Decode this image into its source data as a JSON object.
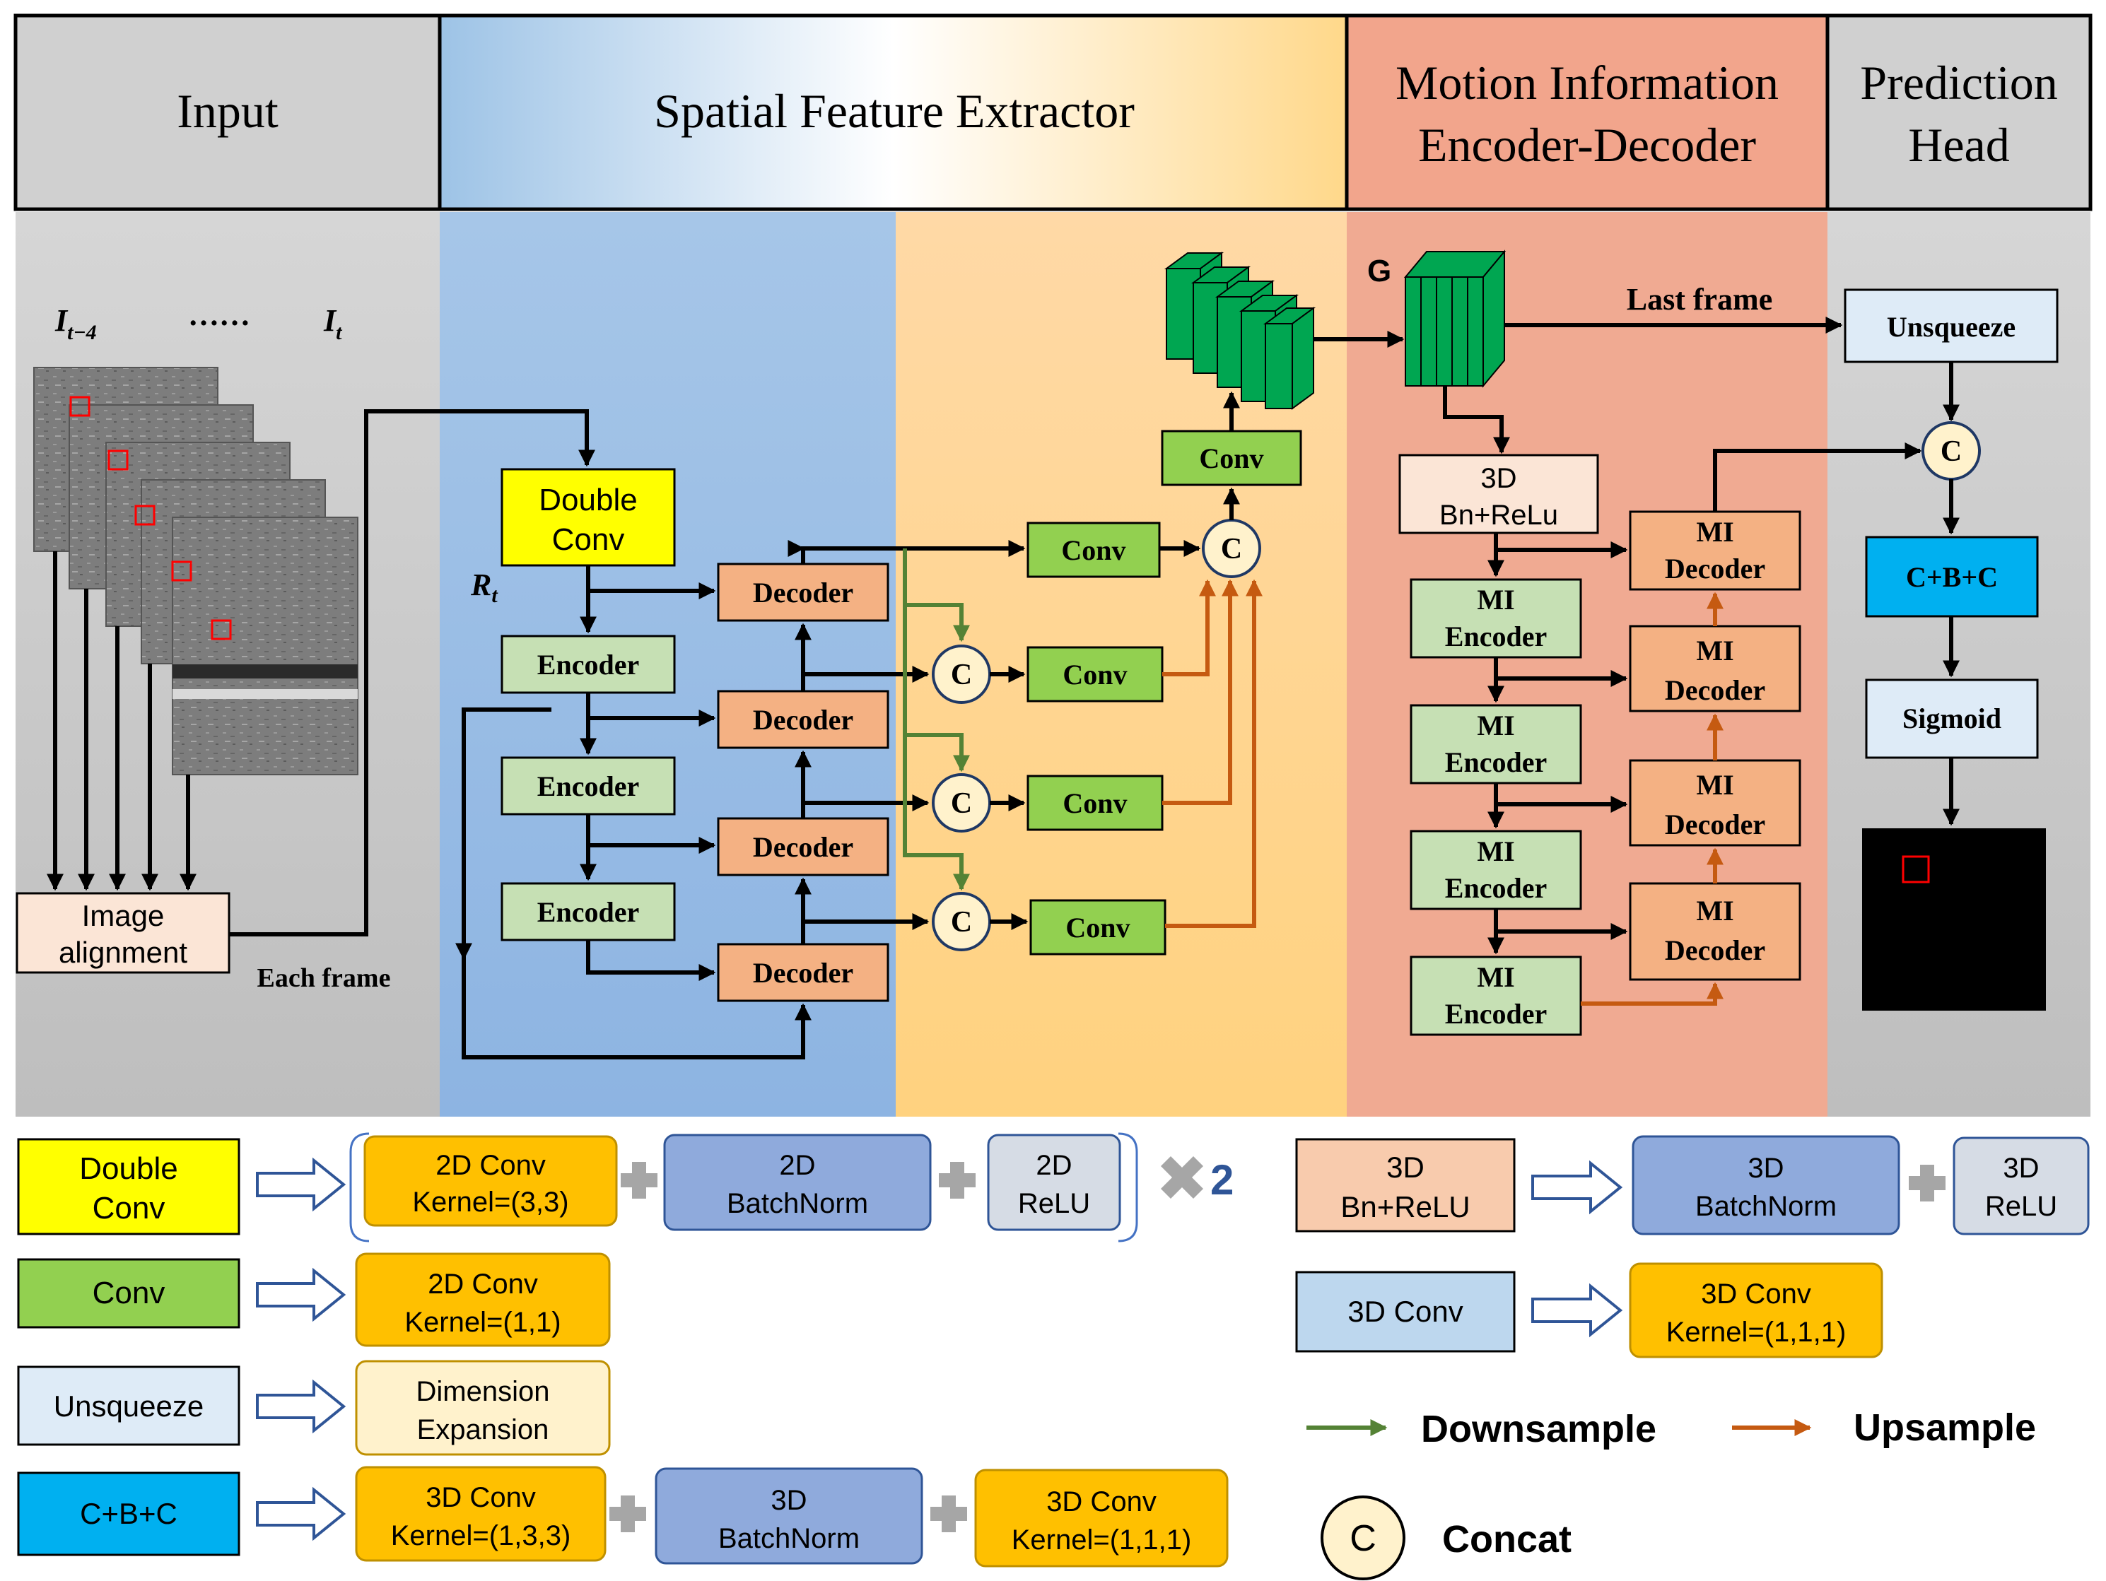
{
  "sections": {
    "input": "Input",
    "spatial": "Spatial Feature Extractor",
    "motion_line1": "Motion Information",
    "motion_line2": "Encoder-Decoder",
    "head_line1": "Prediction",
    "head_line2": "Head"
  },
  "input_area": {
    "frame_first": "I",
    "frame_first_sub": "t−4",
    "frame_dots": "……",
    "frame_last": "I",
    "frame_last_sub": "t",
    "image_alignment_line1": "Image",
    "image_alignment_line2": "alignment",
    "each_frame": "Each frame"
  },
  "sfe": {
    "double_conv_line1": "Double",
    "double_conv_line2": "Conv",
    "rt": "R",
    "rt_sub": "t",
    "encoder": "Encoder",
    "decoder": "Decoder",
    "conv": "Conv",
    "concat": "C"
  },
  "mi": {
    "g_label": "G",
    "last_frame": "Last frame",
    "bn_relu_line1": "3D",
    "bn_relu_line2": "Bn+ReLu",
    "mi": "MI",
    "encoder": "Encoder",
    "decoder": "Decoder"
  },
  "head": {
    "unsqueeze": "Unsqueeze",
    "concat": "C",
    "cbc": "C+B+C",
    "sigmoid": "Sigmoid"
  },
  "legend": {
    "double_conv_line1": "Double",
    "double_conv_line2": "Conv",
    "conv2d_k33_line1": "2D Conv",
    "conv2d_k33_line2": "Kernel=(3,3)",
    "bn2d_line1": "2D",
    "bn2d_line2": "BatchNorm",
    "relu2d_line1": "2D",
    "relu2d_line2": "ReLU",
    "times_two": "2",
    "conv": "Conv",
    "conv2d_k11_line1": "2D Conv",
    "conv2d_k11_line2": "Kernel=(1,1)",
    "unsqueeze": "Unsqueeze",
    "dim_exp_line1": "Dimension",
    "dim_exp_line2": "Expansion",
    "cbc": "C+B+C",
    "conv3d_k133_line1": "3D Conv",
    "conv3d_k133_line2": "Kernel=(1,3,3)",
    "bn3d_line1": "3D",
    "bn3d_line2": "BatchNorm",
    "conv3d_k111_line1": "3D Conv",
    "conv3d_k111_line2": "Kernel=(1,1,1)",
    "bnrelu3d_line1": "3D",
    "bnrelu3d_line2": "Bn+ReLU",
    "relu3d_line1": "3D",
    "relu3d_line2": "ReLU",
    "conv3d": "3D Conv",
    "downsample": "Downsample",
    "upsample": "Upsample",
    "concat_symbol": "C",
    "concat": "Concat"
  },
  "colors": {
    "yellow": "#FFFF00",
    "green": "#92D050",
    "light_green": "#C6E0B4",
    "decoder_orange": "#F4B183",
    "kernel_orange": "#FFC000",
    "cbc_blue": "#00B0F0",
    "downsample": "#548235",
    "upsample": "#C55A11",
    "dark_green": "#00A651"
  }
}
